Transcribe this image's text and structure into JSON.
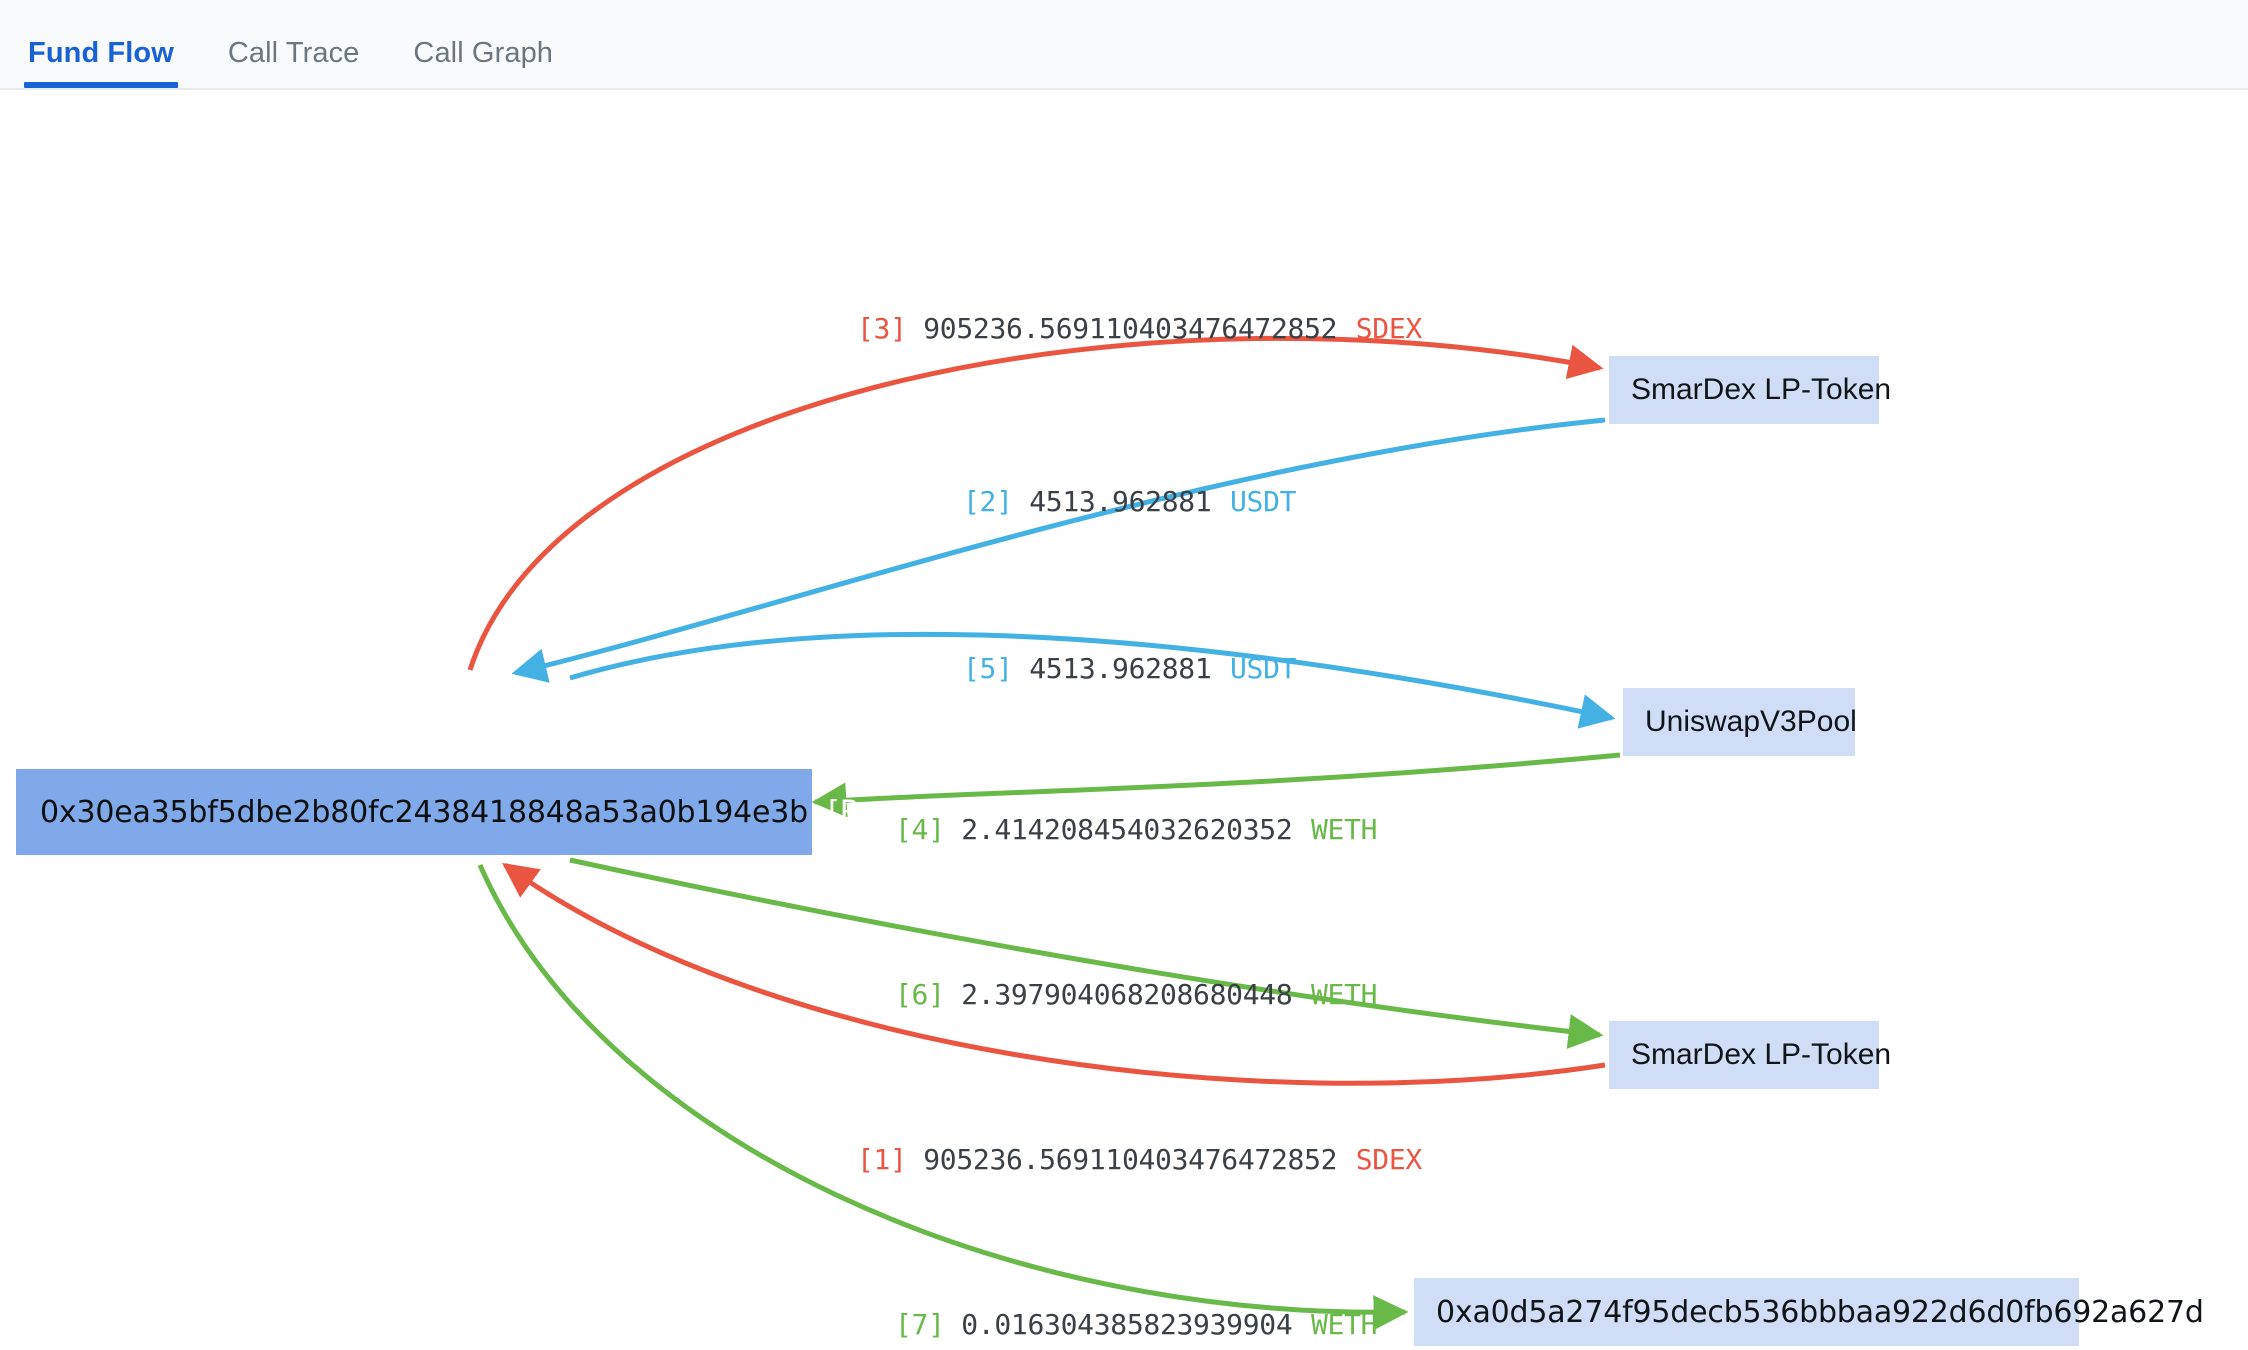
{
  "tabs": [
    {
      "label": "Fund Flow",
      "active": true
    },
    {
      "label": "Call Trace",
      "active": false
    },
    {
      "label": "Call Graph",
      "active": false
    }
  ],
  "colors": {
    "sdex": "#ea5542",
    "usdt": "#44b1e4",
    "weth": "#69b948",
    "node_fill": "#cfdef6",
    "receiver_fill": "#7fa9e8",
    "active_tab": "#1862d4",
    "inactive_tab": "#6b7680",
    "amount_text": "#3a4046"
  },
  "nodes": [
    {
      "id": "receiver",
      "address": "0x30ea35bf5dbe2b80fc2438418848a53a0b194e3b",
      "role": "[Receiver]",
      "kind": "receiver"
    },
    {
      "id": "smardex_top",
      "label": "SmarDex LP-Token",
      "kind": "contract"
    },
    {
      "id": "uniswap",
      "label": "UniswapV3Pool",
      "kind": "contract"
    },
    {
      "id": "smardex_bottom",
      "label": "SmarDex LP-Token",
      "kind": "contract"
    },
    {
      "id": "addr_a0d5",
      "label": "0xa0d5a274f95decb536bbbaa922d6d0fb692a627d",
      "kind": "address"
    }
  ],
  "edges": [
    {
      "index": "[3]",
      "amount": "905236.569110403476472852",
      "token": "SDEX",
      "color": "#ea5542",
      "from": "receiver",
      "to": "smardex_top",
      "direction": "outgoing"
    },
    {
      "index": "[2]",
      "amount": "4513.962881",
      "token": "USDT",
      "color": "#44b1e4",
      "from": "smardex_top",
      "to": "receiver",
      "direction": "incoming"
    },
    {
      "index": "[5]",
      "amount": "4513.962881",
      "token": "USDT",
      "color": "#44b1e4",
      "from": "receiver",
      "to": "uniswap",
      "direction": "outgoing"
    },
    {
      "index": "[4]",
      "amount": "2.414208454032620352",
      "token": "WETH",
      "color": "#69b948",
      "from": "uniswap",
      "to": "receiver",
      "direction": "incoming"
    },
    {
      "index": "[6]",
      "amount": "2.397904068208680448",
      "token": "WETH",
      "color": "#69b948",
      "from": "receiver",
      "to": "smardex_bottom",
      "direction": "outgoing"
    },
    {
      "index": "[1]",
      "amount": "905236.569110403476472852",
      "token": "SDEX",
      "color": "#ea5542",
      "from": "smardex_bottom",
      "to": "receiver",
      "direction": "incoming"
    },
    {
      "index": "[7]",
      "amount": "0.016304385823939904",
      "token": "WETH",
      "color": "#69b948",
      "from": "receiver",
      "to": "addr_a0d5",
      "direction": "outgoing"
    }
  ]
}
